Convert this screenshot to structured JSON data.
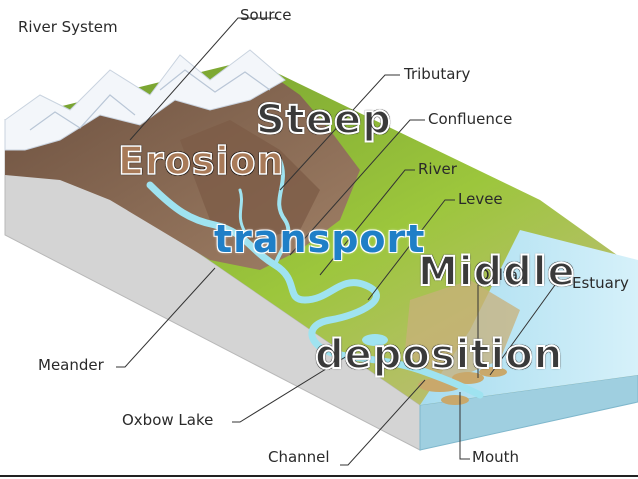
{
  "title": "River System",
  "labels": {
    "source": "Source",
    "tributary": "Tributary",
    "confluence": "Confluence",
    "river": "River",
    "levee": "Levee",
    "delta": "Delta",
    "estuary": "Estuary",
    "meander": "Meander",
    "oxbow_lake": "Oxbow Lake",
    "channel": "Channel",
    "mouth": "Mouth"
  },
  "overlay": {
    "steep": "Steep",
    "erosion": "Erosion",
    "transport": "transport",
    "middle": "Middle",
    "deposition": "deposition"
  },
  "colors": {
    "snow": "#f3f6fa",
    "mountain": "#8a6a52",
    "grass": "#8fbe3a",
    "river": "#9fe3f0",
    "sea": "#bfe6f3",
    "overlay_blue": "#1f7fc7",
    "overlay_brown": "#a87a58"
  }
}
